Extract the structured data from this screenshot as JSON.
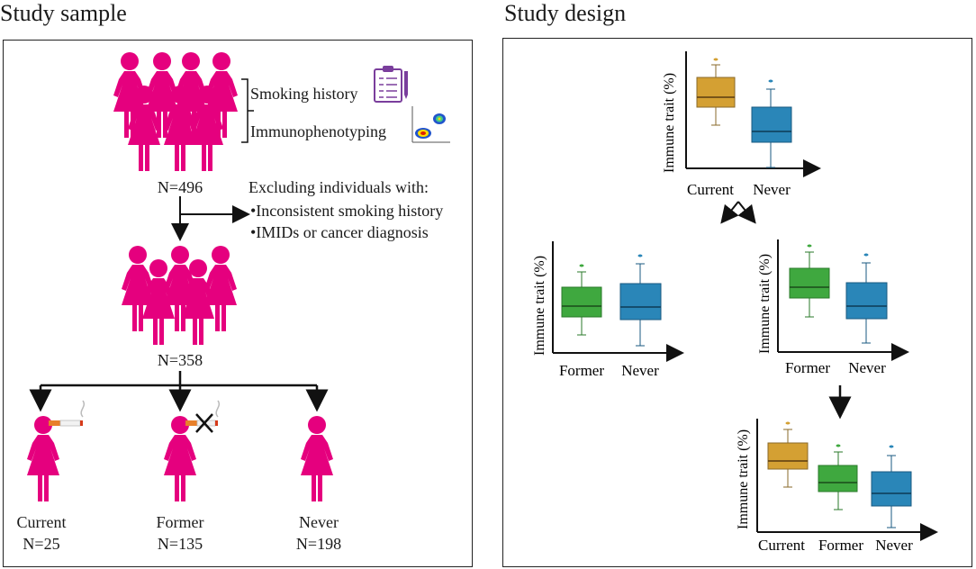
{
  "titles": {
    "left": "Study sample",
    "right": "Study design"
  },
  "sample": {
    "n_total": "N=496",
    "data_items": [
      "Smoking history",
      "Immunophenotyping"
    ],
    "exclusion": {
      "header": "Excluding individuals with:",
      "items": [
        "•Inconsistent smoking history",
        "•IMIDs or cancer diagnosis"
      ]
    },
    "n_final": "N=358",
    "groups": [
      {
        "label": "Current",
        "n": "N=25"
      },
      {
        "label": "Former",
        "n": "N=135"
      },
      {
        "label": "Never",
        "n": "N=198"
      }
    ]
  },
  "design": {
    "y_label": "Immune trait (%)",
    "plots": [
      {
        "categories": [
          "Current",
          "Never"
        ]
      },
      {
        "categories": [
          "Former",
          "Never"
        ]
      },
      {
        "categories": [
          "Former",
          "Never"
        ]
      },
      {
        "categories": [
          "Current",
          "Former",
          "Never"
        ]
      }
    ]
  },
  "colors": {
    "people": "#e5007e",
    "current": "#d4a033",
    "former": "#3fa83f",
    "never": "#2a86b8",
    "clipboard": "#7a3e9c"
  }
}
